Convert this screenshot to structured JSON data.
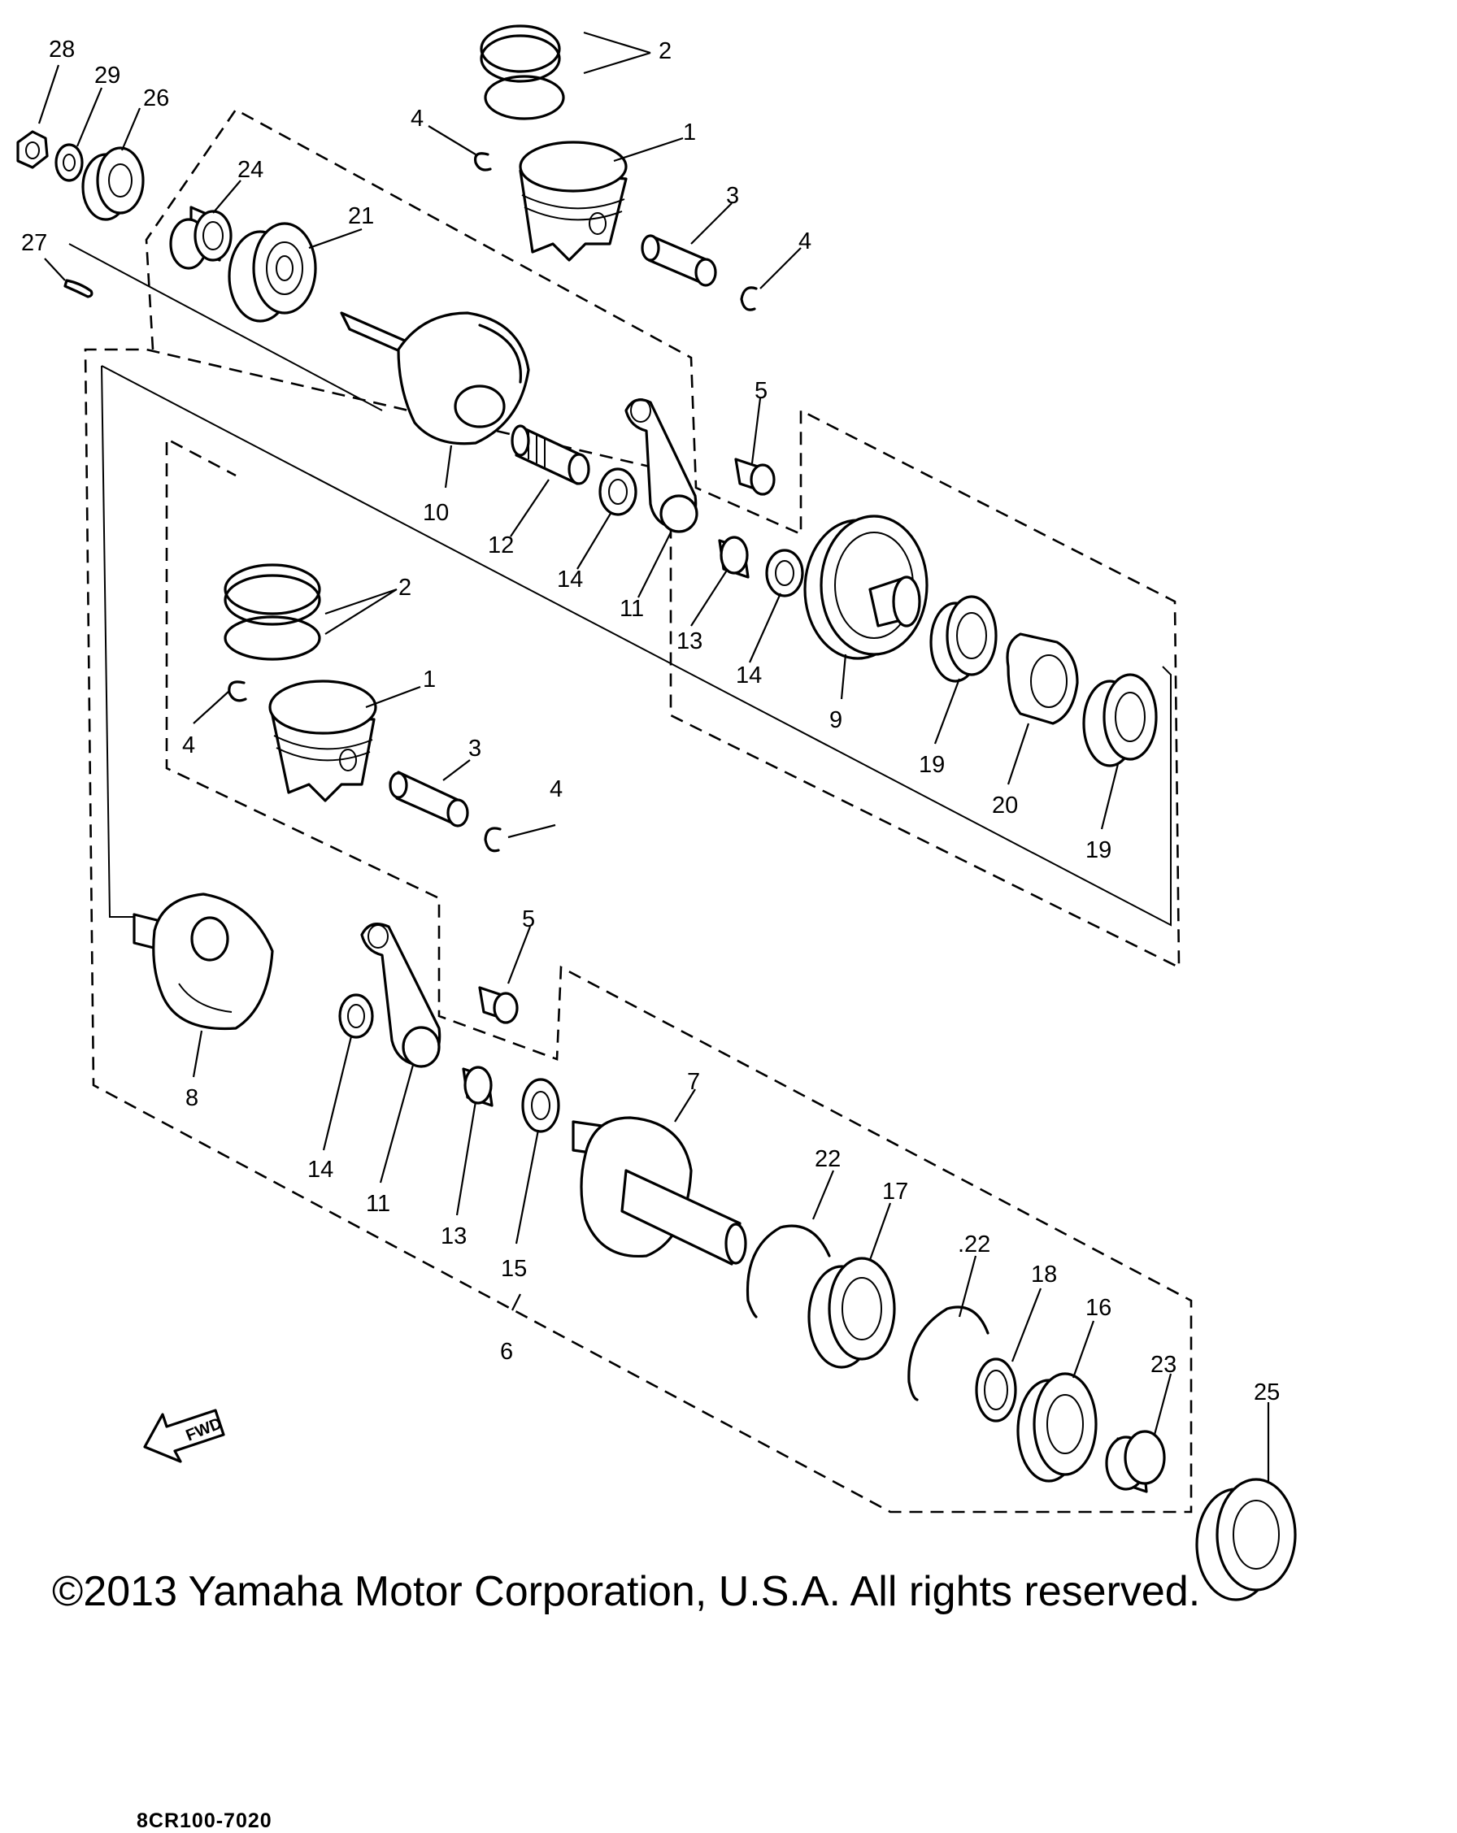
{
  "diagram_code": "8CR100-7020",
  "fwd_label": "FWD",
  "copyright": "©2013 Yamaha Motor Corporation, U.S.A. All rights reserved.",
  "callouts": {
    "c28": "28",
    "c29": "29",
    "c26": "26",
    "c24": "24",
    "c21": "21",
    "c27": "27",
    "c2_top": "2",
    "c1_top": "1",
    "c4_top_a": "4",
    "c3_top": "3",
    "c4_top_b": "4",
    "c5_top": "5",
    "c10": "10",
    "c12": "12",
    "c14_top_a": "14",
    "c11_top": "11",
    "c13_top": "13",
    "c14_top_b": "14",
    "c9": "9",
    "c19_a": "19",
    "c20": "20",
    "c19_b": "19",
    "c2_bot": "2",
    "c1_bot": "1",
    "c4_bot_a": "4",
    "c3_bot": "3",
    "c4_bot_b": "4",
    "c5_bot": "5",
    "c8": "8",
    "c14_bot": "14",
    "c11_bot": "11",
    "c13_bot": "13",
    "c15": "15",
    "c6": "6",
    "c7": "7",
    "c22_a": "22",
    "c17": "17",
    "c22_b": ".22",
    "c18": "18",
    "c16": "16",
    "c23": "23",
    "c25": "25"
  }
}
